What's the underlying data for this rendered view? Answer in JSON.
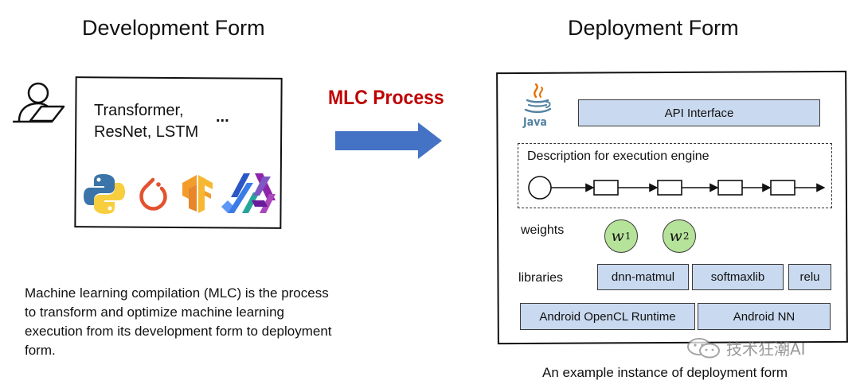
{
  "left": {
    "title": "Development Form",
    "models_line1": "Transformer,",
    "models_line2": "ResNet, LSTM",
    "ellipsis": "...",
    "icons": [
      "user-laptop-icon",
      "python-logo-icon",
      "pytorch-logo-icon",
      "tensorflow-logo-icon",
      "jax-logo-icon"
    ]
  },
  "middle": {
    "process_label": "MLC Process",
    "arrow_color": "#4472c4",
    "label_color": "#c00000"
  },
  "right": {
    "title": "Deployment Form",
    "java_label": "Java",
    "api_interface": "API Interface",
    "engine_description": "Description for execution engine",
    "weights_label": "weights",
    "weights": [
      {
        "symbol": "w",
        "sub": "1"
      },
      {
        "symbol": "w",
        "sub": "2"
      }
    ],
    "libraries_label": "libraries",
    "libraries": [
      "dnn-matmul",
      "softmaxlib",
      "relu"
    ],
    "runtimes": [
      "Android OpenCL Runtime",
      "Android NN"
    ],
    "caption": "An example instance of deployment form",
    "box_color": "#c9d9ef",
    "weight_color": "#b6e39a"
  },
  "description": "Machine learning compilation (MLC) is the process to transform and optimize machine learning execution from its development form to deployment form.",
  "watermark": "技术狂潮AI"
}
